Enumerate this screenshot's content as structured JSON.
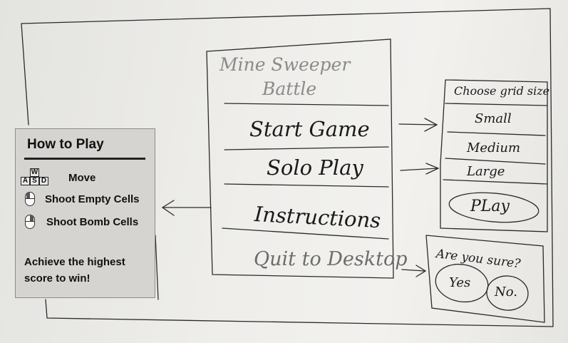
{
  "title": [
    "Mine Sweeper",
    "Battle"
  ],
  "menu": {
    "start": "Start Game",
    "solo": "Solo Play",
    "instructions": "Instructions",
    "quit": "Quit to Desktop"
  },
  "grid_panel": {
    "heading": "Choose grid size",
    "options": [
      "Small",
      "Medium",
      "Large"
    ],
    "play": "PLay"
  },
  "confirm": {
    "question": "Are you sure?",
    "yes": "Yes",
    "no": "No."
  },
  "how_to_play": {
    "title": "How to Play",
    "keys": [
      "W",
      "A",
      "S",
      "D"
    ],
    "move": "Move",
    "shoot_empty": "Shoot Empty Cells",
    "shoot_bomb": "Shoot Bomb Cells",
    "note": "Achieve the highest score to win!"
  },
  "icons": [
    "wasd-keys-icon",
    "mouse-left-click-icon",
    "mouse-right-click-icon",
    "arrow-right-icon",
    "arrow-left-icon"
  ]
}
